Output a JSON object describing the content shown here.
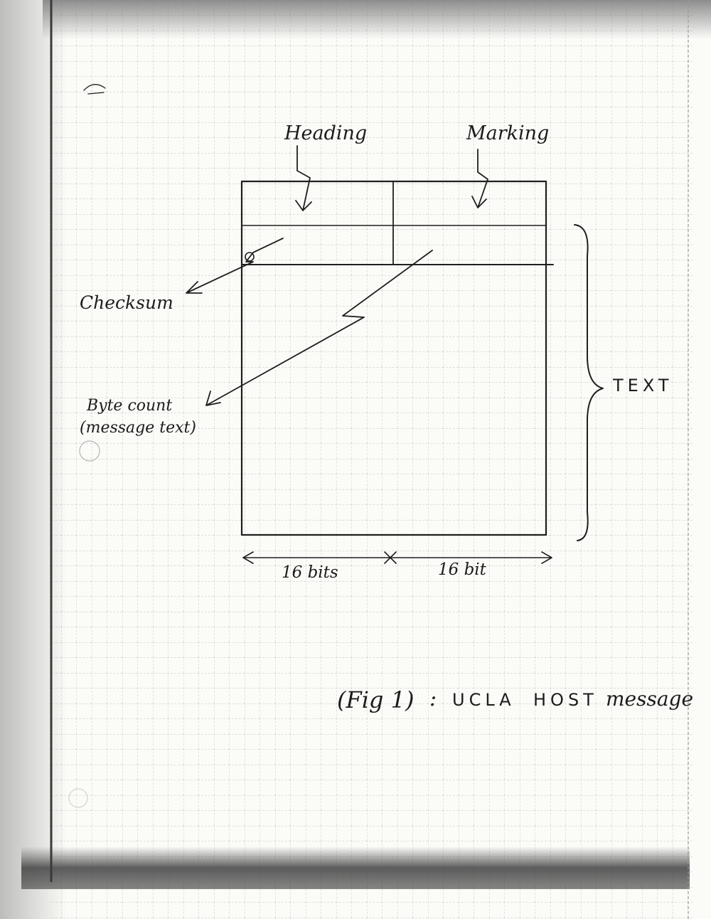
{
  "diagram": {
    "labels": {
      "heading": "Heading",
      "marking": "Marking",
      "checksum": "Checksum",
      "byte_count_line1": "Byte count",
      "byte_count_line2": "(message text)",
      "text": "TEXT",
      "width_left": "16 bits",
      "width_right": "16 bit"
    },
    "caption": {
      "fig": "(Fig 1)",
      "colon": ":",
      "word1": "UCLA",
      "word2": "HOST",
      "word3": "message"
    },
    "colors": {
      "paper": "#fbfbf8",
      "grid": "#bdbdbd",
      "ink": "#1f1f1f",
      "scan_shadow": "#555555"
    }
  }
}
